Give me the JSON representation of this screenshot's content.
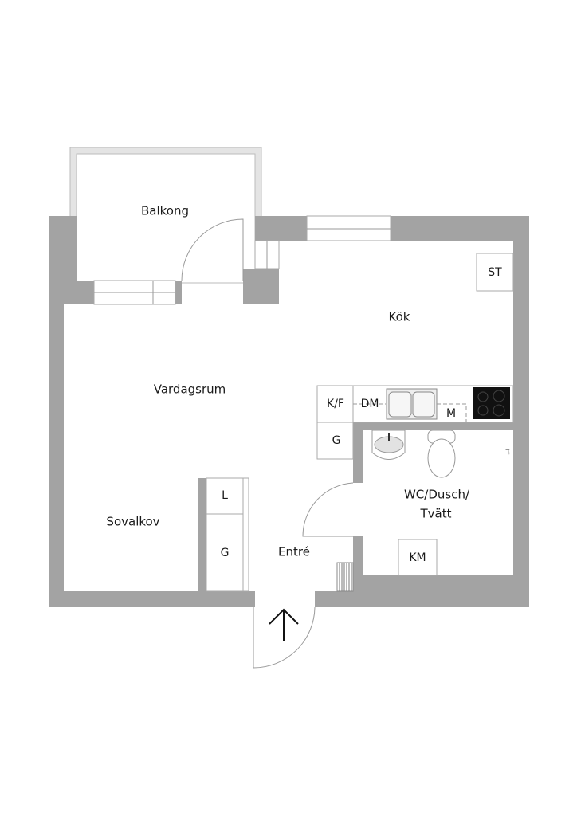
{
  "rooms": {
    "balcony": "Balkong",
    "kitchen": "Kök",
    "living": "Vardagsrum",
    "alcove": "Sovalkov",
    "entry": "Entré",
    "bath_line1": "WC/Dusch/",
    "bath_line2": "Tvätt"
  },
  "fixtures": {
    "st": "ST",
    "kf": "K/F",
    "dm": "DM",
    "m": "M",
    "g_kitchen": "G",
    "l_closet": "L",
    "g_closet": "G",
    "km": "KM"
  },
  "colors": {
    "wall": "#a3a3a3",
    "balcony_rim": "#e4e4e4"
  }
}
